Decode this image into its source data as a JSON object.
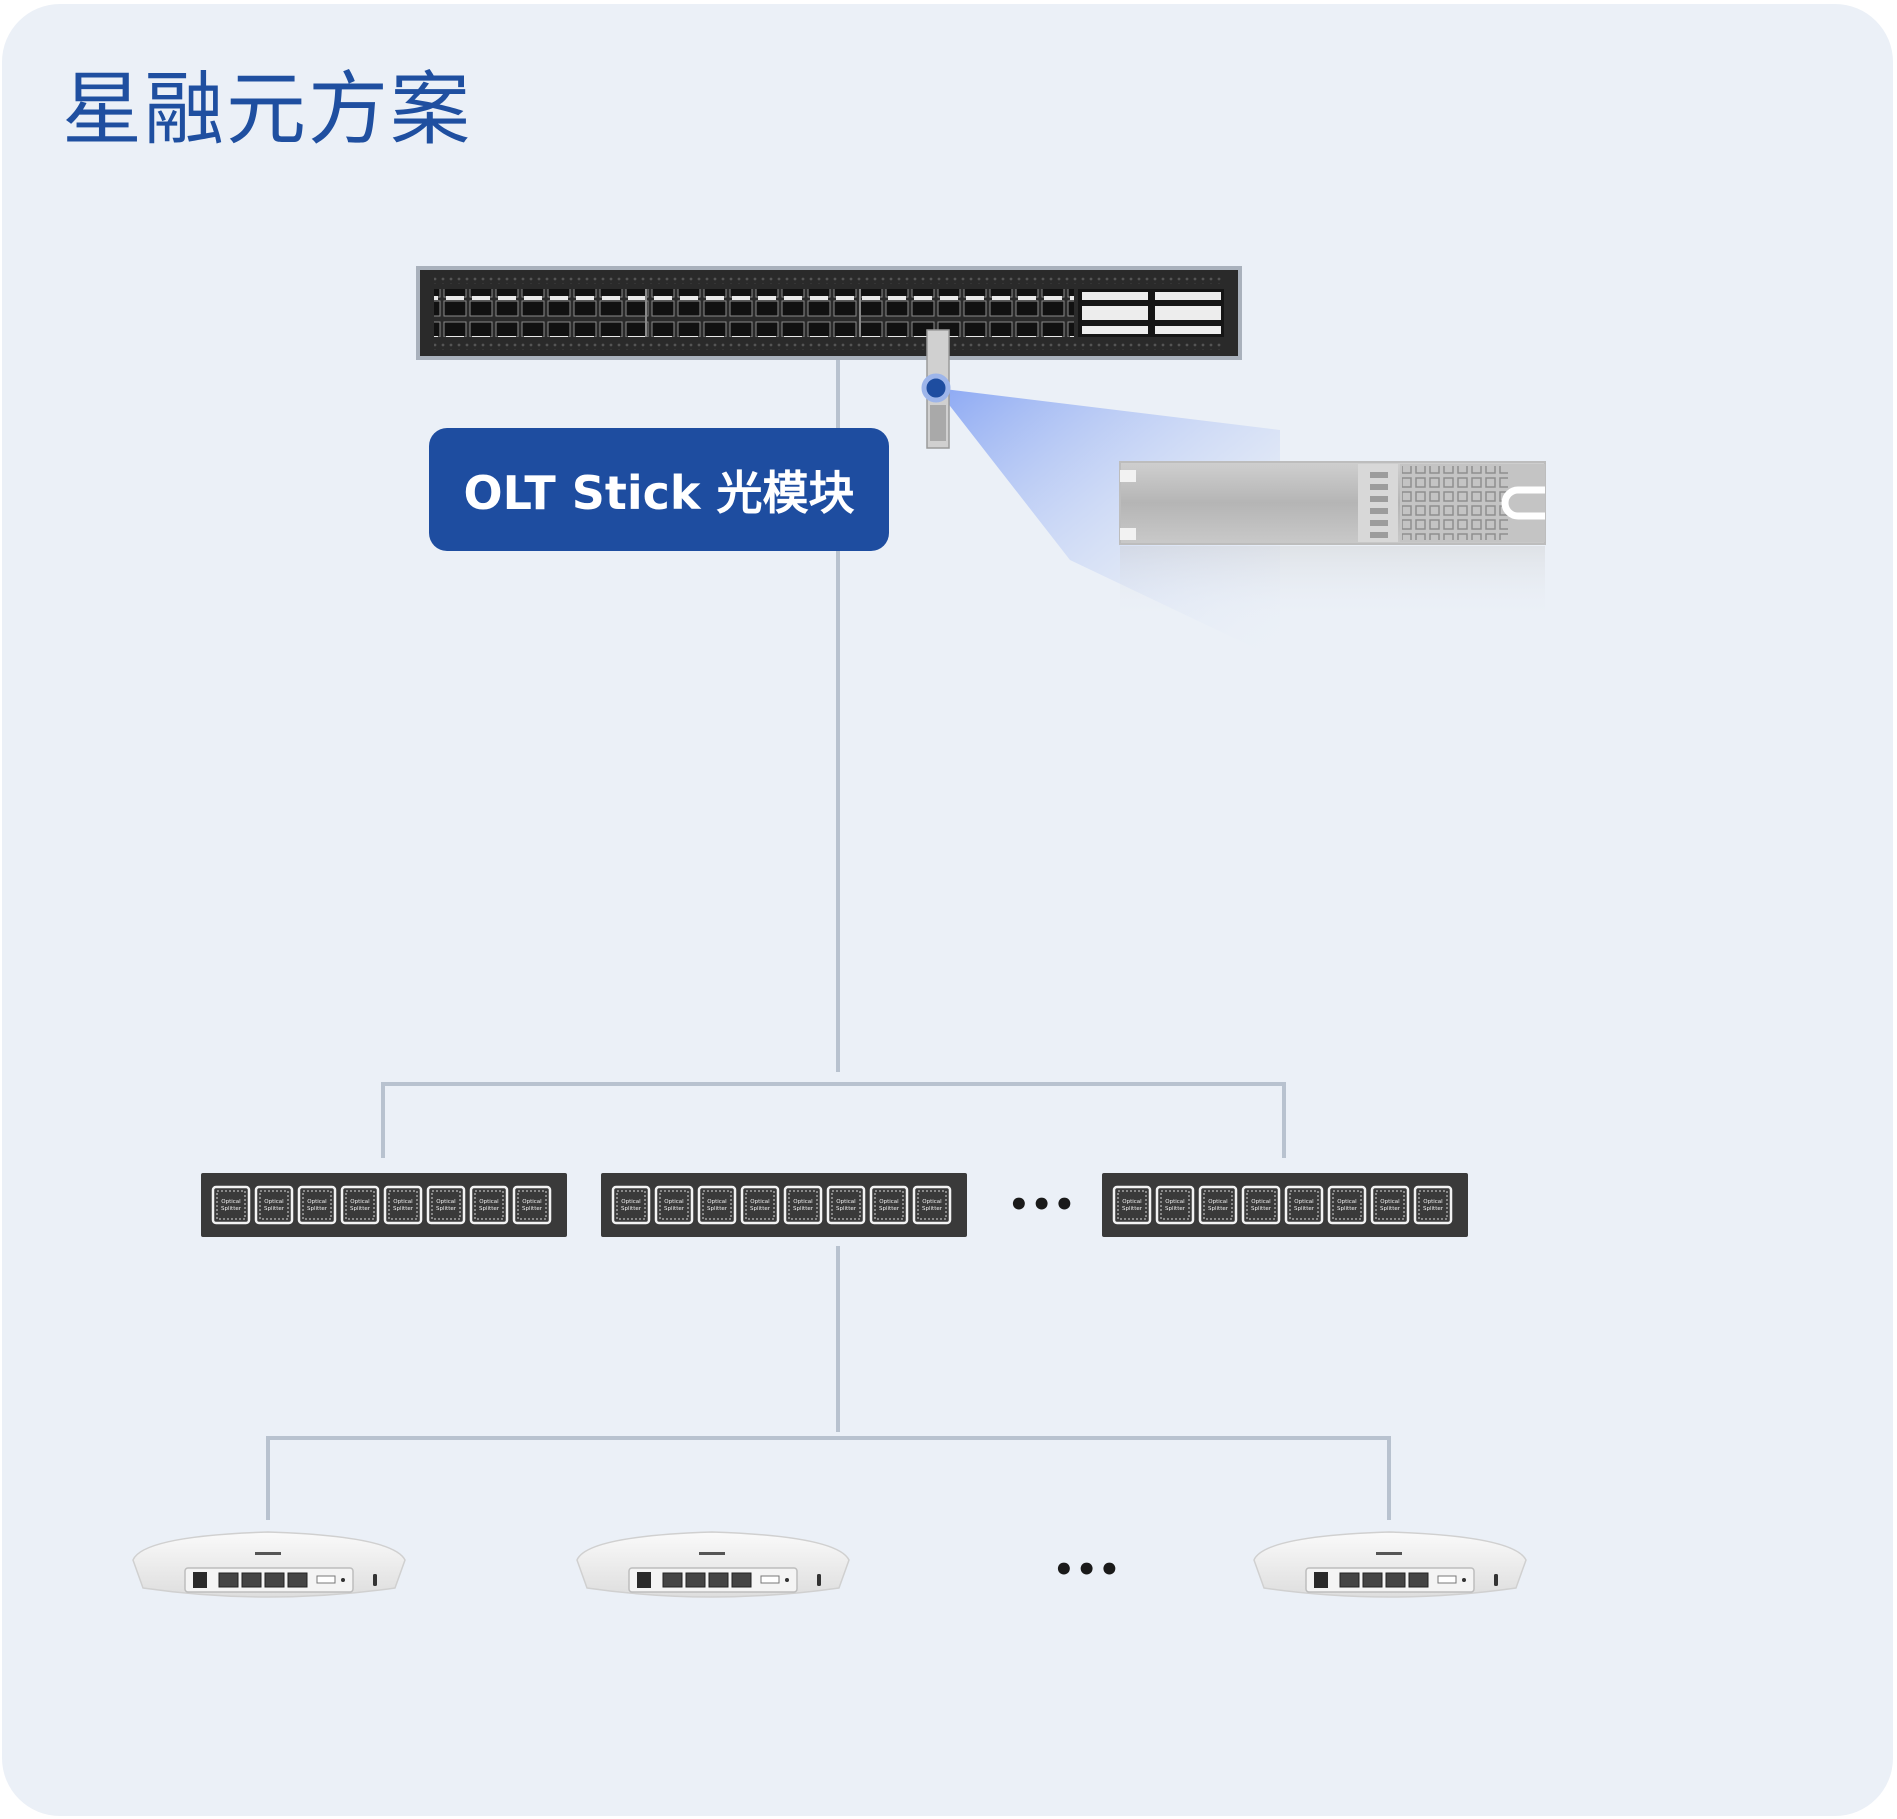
{
  "title": "星融元方案",
  "olt_label": "OLT Stick 光模块",
  "splitter_port_label_top": "Optical",
  "splitter_port_label_bottom": "Splitter",
  "ellipsis_splitters": "•••",
  "ellipsis_onus": "•••",
  "colors": {
    "card_bg": "#ebf0f7",
    "title": "#1f4fa0",
    "label_bg": "#1e4da0",
    "connector_line": "#b8c2cf",
    "device_dark": "#2f2f2f",
    "accent_dot": "#1e4da0"
  }
}
